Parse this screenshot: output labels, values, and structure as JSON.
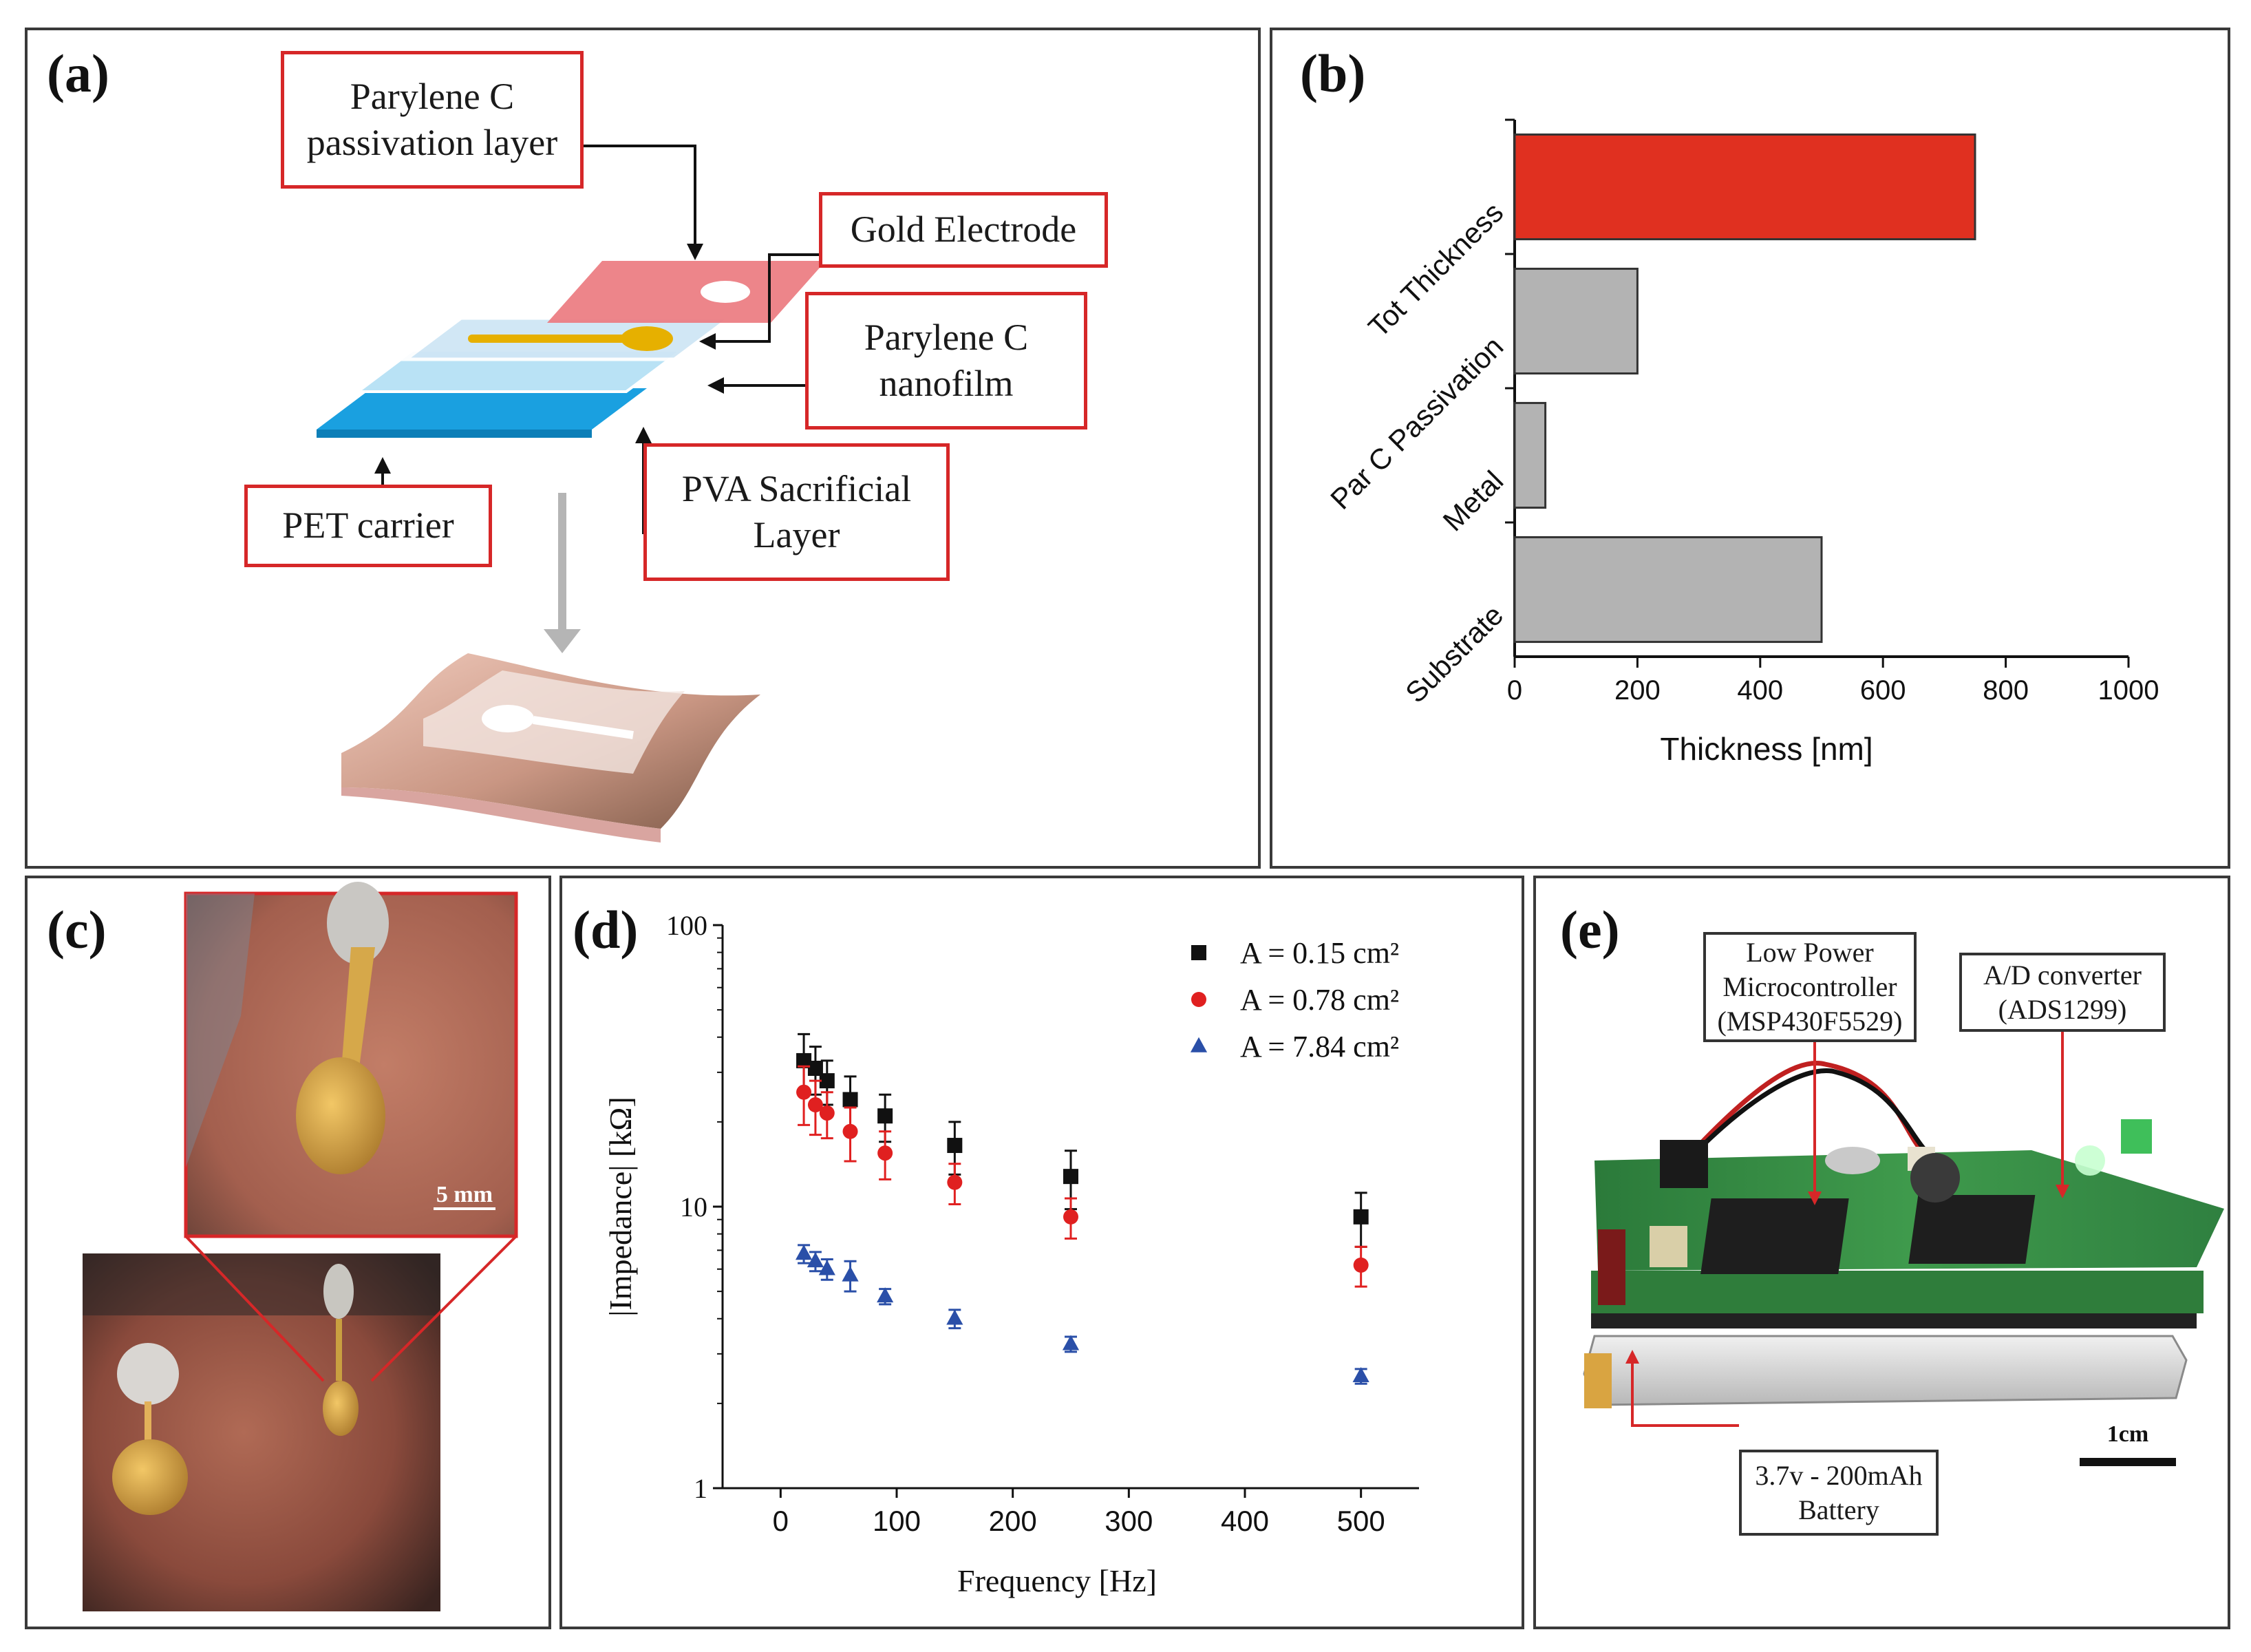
{
  "panel_a": {
    "label": "(a)",
    "layers": {
      "passivation": "Parylene C\npassivation layer",
      "gold": "Gold Electrode",
      "nanofilm": "Parylene C\nnanofilm",
      "pet": "PET carrier",
      "pva": "PVA Sacrificial\nLayer"
    }
  },
  "panel_b": {
    "label": "(b)",
    "chart_data": {
      "type": "bar",
      "orientation": "horizontal",
      "categories": [
        "Tot Thickness",
        "Par C Passivation",
        "Metal",
        "Substrate"
      ],
      "values": [
        750,
        200,
        50,
        500
      ],
      "colors": [
        "#e03020",
        "#b3b3b3",
        "#b3b3b3",
        "#b3b3b3"
      ],
      "xlabel": "Thickness [nm]",
      "xlim": [
        0,
        1000
      ],
      "xticks": [
        0,
        200,
        400,
        600,
        800,
        1000
      ]
    }
  },
  "panel_c": {
    "label": "(c)",
    "scale_bar": "5 mm"
  },
  "panel_d": {
    "label": "(d)",
    "chart_data": {
      "type": "scatter",
      "xlabel": "Frequency [Hz]",
      "ylabel": "|Impedance| [kΩ]",
      "xlim": [
        -50,
        550
      ],
      "ylim": [
        1,
        100
      ],
      "yscale": "log",
      "xticks": [
        0,
        100,
        200,
        300,
        400,
        500
      ],
      "yticks": [
        1,
        10,
        100
      ],
      "legend_position": "top-right",
      "series": [
        {
          "name": "A = 0.15 cm²",
          "marker": "square",
          "color": "#111111",
          "x": [
            20,
            30,
            40,
            60,
            90,
            150,
            250,
            500
          ],
          "y": [
            33,
            31,
            28,
            24,
            21,
            16.5,
            12.8,
            9.2
          ],
          "err": [
            8,
            6,
            5,
            5,
            4,
            3.5,
            3,
            2
          ]
        },
        {
          "name": "A = 0.78 cm²",
          "marker": "circle",
          "color": "#e02020",
          "x": [
            20,
            30,
            40,
            60,
            90,
            150,
            250,
            500
          ],
          "y": [
            25.5,
            23,
            21.5,
            18.5,
            15.5,
            12.2,
            9.2,
            6.2
          ],
          "err": [
            6,
            5,
            4,
            4,
            3,
            2,
            1.5,
            1
          ]
        },
        {
          "name": "A = 7.84 cm²",
          "marker": "triangle",
          "color": "#2a4fa8",
          "x": [
            20,
            30,
            40,
            60,
            90,
            150,
            250,
            500
          ],
          "y": [
            6.8,
            6.4,
            6.0,
            5.7,
            4.8,
            4.0,
            3.25,
            2.5
          ],
          "err": [
            0.5,
            0.5,
            0.5,
            0.7,
            0.3,
            0.3,
            0.2,
            0.15
          ]
        }
      ]
    }
  },
  "panel_e": {
    "label": "(e)",
    "callouts": {
      "mcu": "Low Power\nMicrocontroller\n(MSP430F5529)",
      "adc": "A/D converter\n(ADS1299)",
      "battery": "3.7v - 200mAh\nBattery"
    },
    "scale_bar": "1cm"
  }
}
